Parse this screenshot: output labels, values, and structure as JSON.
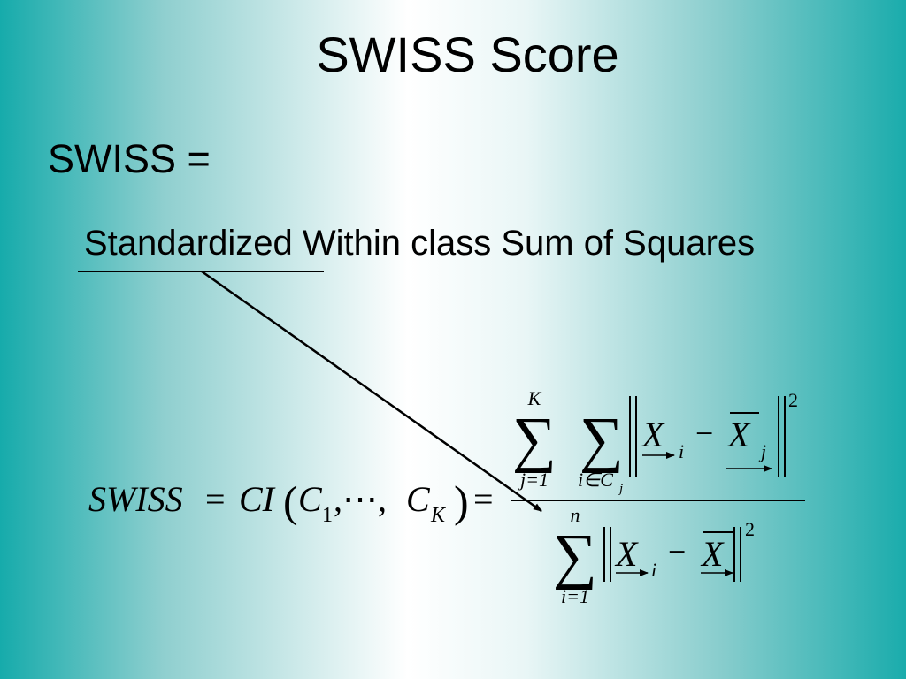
{
  "slide": {
    "title": "SWISS Score",
    "definition_lhs": "SWISS =",
    "acronym_expansion": "Standardized Within class Sum of Squares"
  },
  "formula": {
    "lhs": {
      "name": "SWISS",
      "equals": "=",
      "function": "CI",
      "arg_first": "C",
      "arg_first_sub": "1",
      "arg_ellipsis": ",⋯,",
      "arg_comma": ",",
      "arg_last": "C",
      "arg_last_sub": "K",
      "equals_2": "="
    },
    "numerator": {
      "outer_sum_upper": "K",
      "outer_sum_lower": "j=1",
      "inner_sum_lower": "i∈C",
      "inner_sum_lower_sub": "j",
      "term_a": "X",
      "term_a_sub": "i",
      "minus": "−",
      "term_b": "X",
      "term_b_sub": "j",
      "power": "2"
    },
    "denominator": {
      "sum_upper": "n",
      "sum_lower": "i=1",
      "term_a": "X",
      "term_a_sub": "i",
      "minus": "−",
      "term_b": "X",
      "power": "2"
    }
  }
}
